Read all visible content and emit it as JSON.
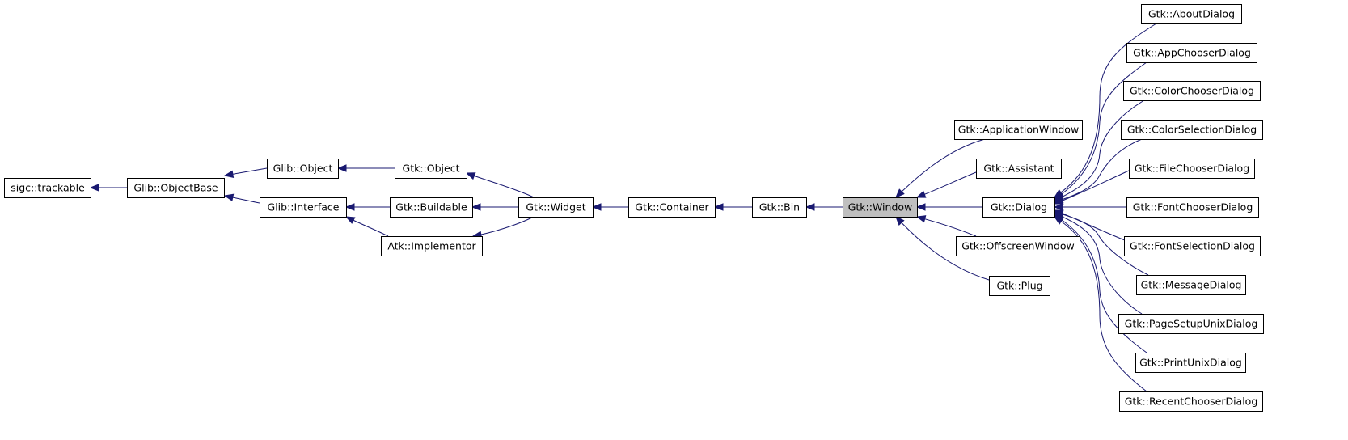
{
  "diagram": {
    "colors": {
      "edge": "#191970",
      "node_border": "#000000",
      "node_fill": "#ffffff",
      "highlight_fill": "#bfbfbf"
    },
    "nodes": [
      {
        "id": "sigc_trackable",
        "label": "sigc::trackable"
      },
      {
        "id": "glib_objectbase",
        "label": "Glib::ObjectBase"
      },
      {
        "id": "glib_object",
        "label": "Glib::Object"
      },
      {
        "id": "glib_interface",
        "label": "Glib::Interface"
      },
      {
        "id": "gtk_object",
        "label": "Gtk::Object"
      },
      {
        "id": "gtk_buildable",
        "label": "Gtk::Buildable"
      },
      {
        "id": "atk_implementor",
        "label": "Atk::Implementor"
      },
      {
        "id": "gtk_widget",
        "label": "Gtk::Widget"
      },
      {
        "id": "gtk_container",
        "label": "Gtk::Container"
      },
      {
        "id": "gtk_bin",
        "label": "Gtk::Bin"
      },
      {
        "id": "gtk_window",
        "label": "Gtk::Window",
        "highlight": true
      },
      {
        "id": "gtk_applicationwindow",
        "label": "Gtk::ApplicationWindow"
      },
      {
        "id": "gtk_assistant",
        "label": "Gtk::Assistant"
      },
      {
        "id": "gtk_dialog",
        "label": "Gtk::Dialog"
      },
      {
        "id": "gtk_offscreenwindow",
        "label": "Gtk::OffscreenWindow"
      },
      {
        "id": "gtk_plug",
        "label": "Gtk::Plug"
      },
      {
        "id": "gtk_aboutdialog",
        "label": "Gtk::AboutDialog"
      },
      {
        "id": "gtk_appchooserdialog",
        "label": "Gtk::AppChooserDialog"
      },
      {
        "id": "gtk_colorchooserdialog",
        "label": "Gtk::ColorChooserDialog"
      },
      {
        "id": "gtk_colorselectiondialog",
        "label": "Gtk::ColorSelectionDialog"
      },
      {
        "id": "gtk_filechooserdialog",
        "label": "Gtk::FileChooserDialog"
      },
      {
        "id": "gtk_fontchooserdialog",
        "label": "Gtk::FontChooserDialog"
      },
      {
        "id": "gtk_fontselectiondialog",
        "label": "Gtk::FontSelectionDialog"
      },
      {
        "id": "gtk_messagedialog",
        "label": "Gtk::MessageDialog"
      },
      {
        "id": "gtk_pagesetupunixdialog",
        "label": "Gtk::PageSetupUnixDialog"
      },
      {
        "id": "gtk_printunixdialog",
        "label": "Gtk::PrintUnixDialog"
      },
      {
        "id": "gtk_recentchooserdialog",
        "label": "Gtk::RecentChooserDialog"
      }
    ],
    "edges": [
      {
        "from": "glib_objectbase",
        "to": "sigc_trackable"
      },
      {
        "from": "glib_object",
        "to": "glib_objectbase"
      },
      {
        "from": "glib_interface",
        "to": "glib_objectbase"
      },
      {
        "from": "gtk_object",
        "to": "glib_object"
      },
      {
        "from": "gtk_buildable",
        "to": "glib_interface"
      },
      {
        "from": "atk_implementor",
        "to": "glib_interface"
      },
      {
        "from": "gtk_widget",
        "to": "gtk_object"
      },
      {
        "from": "gtk_widget",
        "to": "gtk_buildable"
      },
      {
        "from": "gtk_widget",
        "to": "atk_implementor"
      },
      {
        "from": "gtk_container",
        "to": "gtk_widget"
      },
      {
        "from": "gtk_bin",
        "to": "gtk_container"
      },
      {
        "from": "gtk_window",
        "to": "gtk_bin"
      },
      {
        "from": "gtk_applicationwindow",
        "to": "gtk_window"
      },
      {
        "from": "gtk_assistant",
        "to": "gtk_window"
      },
      {
        "from": "gtk_dialog",
        "to": "gtk_window"
      },
      {
        "from": "gtk_offscreenwindow",
        "to": "gtk_window"
      },
      {
        "from": "gtk_plug",
        "to": "gtk_window"
      },
      {
        "from": "gtk_aboutdialog",
        "to": "gtk_dialog"
      },
      {
        "from": "gtk_appchooserdialog",
        "to": "gtk_dialog"
      },
      {
        "from": "gtk_colorchooserdialog",
        "to": "gtk_dialog"
      },
      {
        "from": "gtk_colorselectiondialog",
        "to": "gtk_dialog"
      },
      {
        "from": "gtk_filechooserdialog",
        "to": "gtk_dialog"
      },
      {
        "from": "gtk_fontchooserdialog",
        "to": "gtk_dialog"
      },
      {
        "from": "gtk_fontselectiondialog",
        "to": "gtk_dialog"
      },
      {
        "from": "gtk_messagedialog",
        "to": "gtk_dialog"
      },
      {
        "from": "gtk_pagesetupunixdialog",
        "to": "gtk_dialog"
      },
      {
        "from": "gtk_printunixdialog",
        "to": "gtk_dialog"
      },
      {
        "from": "gtk_recentchooserdialog",
        "to": "gtk_dialog"
      }
    ]
  }
}
